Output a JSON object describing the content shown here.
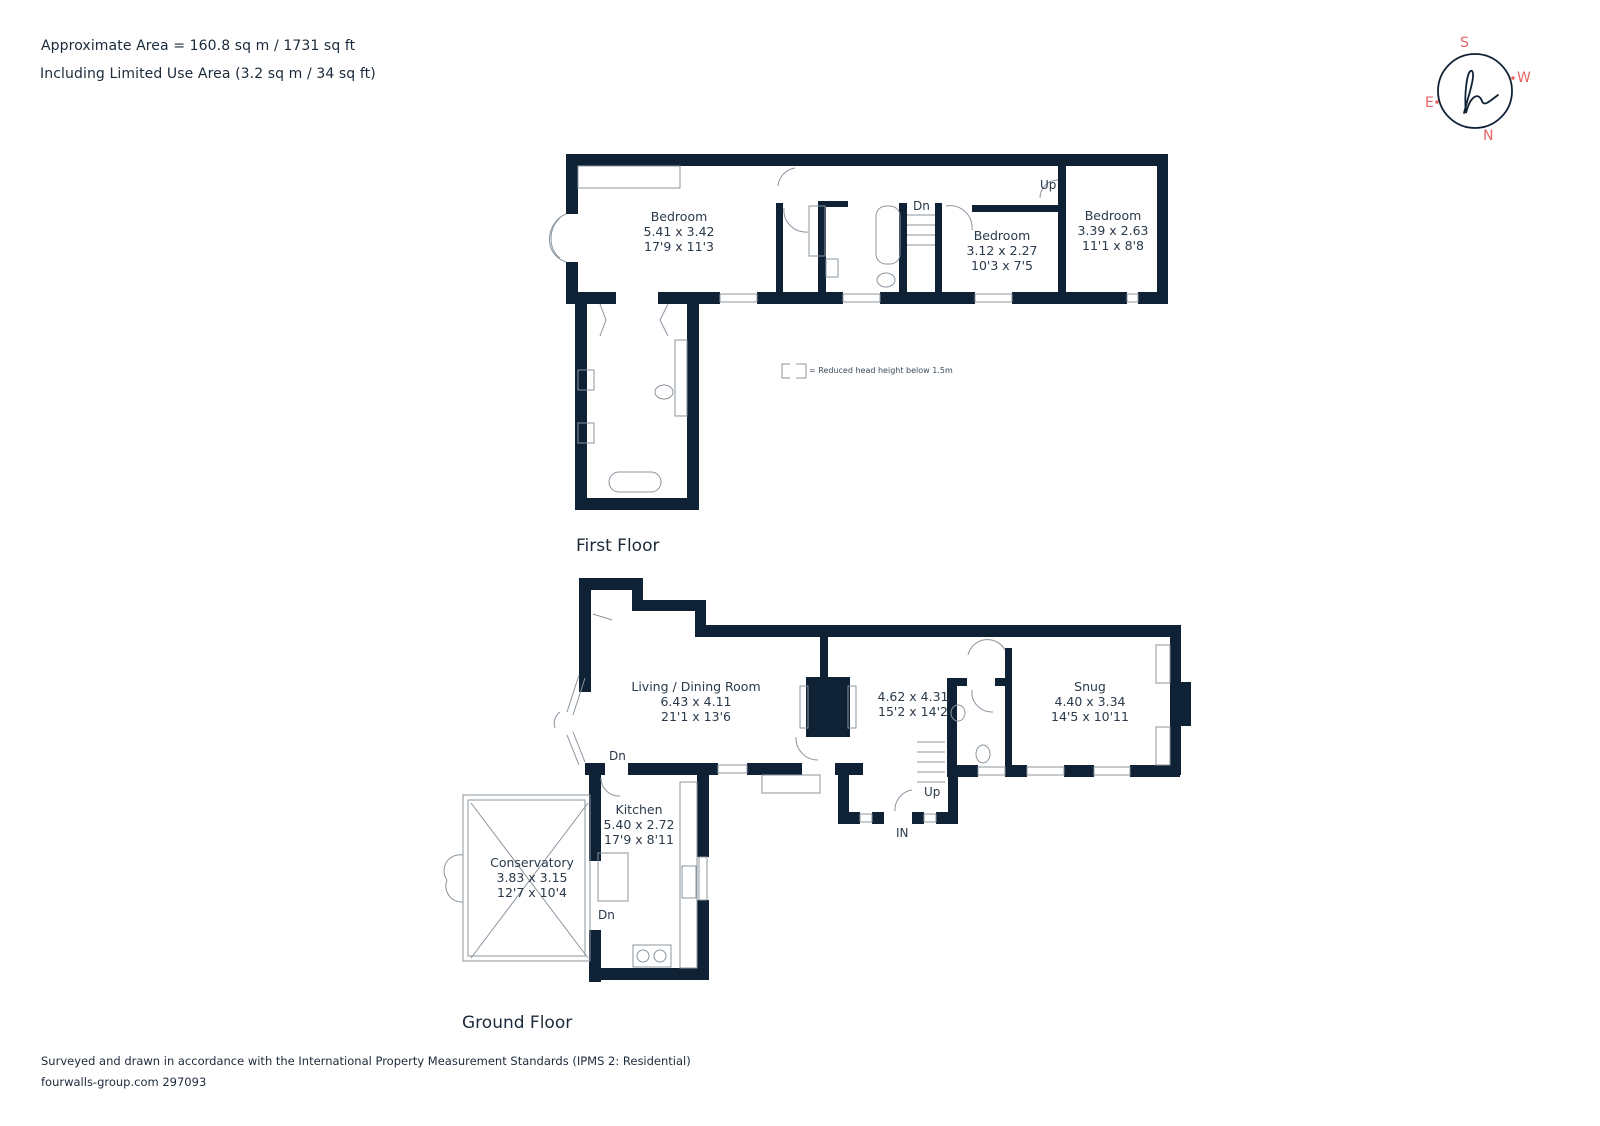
{
  "header": {
    "area_line": "Approximate Area = 160.8 sq m / 1731 sq ft",
    "limited_use_line": "Including Limited Use Area (3.2 sq m / 34 sq ft)"
  },
  "compass": {
    "letters": {
      "top": "S",
      "right": "W",
      "left": "E",
      "bottom": "N"
    },
    "logo_glyph": "h",
    "accent_color": "#e66565",
    "ring_color": "#0f2235"
  },
  "colors": {
    "wall": "#0f2235",
    "text": "#2a3a4a",
    "fixture": "#8a949e"
  },
  "legend": {
    "text": "= Reduced head height below 1.5m"
  },
  "first_floor": {
    "label": "First Floor",
    "rooms": [
      {
        "name": "Bedroom",
        "metric": "5.41 x 3.42",
        "imperial": "17'9 x 11'3"
      },
      {
        "name": "Bedroom",
        "metric": "3.12 x 2.27",
        "imperial": "10'3 x 7'5"
      },
      {
        "name": "Bedroom",
        "metric": "3.39 x 2.63",
        "imperial": "11'1 x 8'8"
      }
    ],
    "markers": {
      "stairs_down": "Dn",
      "stairs_up": "Up"
    }
  },
  "ground_floor": {
    "label": "Ground Floor",
    "rooms": [
      {
        "name": "Living / Dining Room",
        "metric": "6.43 x 4.11",
        "imperial": "21'1 x 13'6"
      },
      {
        "name": "",
        "metric": "4.62 x 4.31",
        "imperial": "15'2 x 14'2"
      },
      {
        "name": "Snug",
        "metric": "4.40 x 3.34",
        "imperial": "14'5 x 10'11"
      },
      {
        "name": "Kitchen",
        "metric": "5.40 x 2.72",
        "imperial": "17'9 x 8'11"
      },
      {
        "name": "Conservatory",
        "metric": "3.83 x 3.15",
        "imperial": "12'7 x 10'4"
      }
    ],
    "markers": {
      "living_down": "Dn",
      "kitchen_down": "Dn",
      "stairs_up": "Up",
      "entrance": "IN"
    }
  },
  "footer": {
    "standards_line": "Surveyed and drawn in accordance with the International Property Measurement Standards (IPMS 2: Residential)",
    "reference_line": "fourwalls-group.com 297093"
  }
}
